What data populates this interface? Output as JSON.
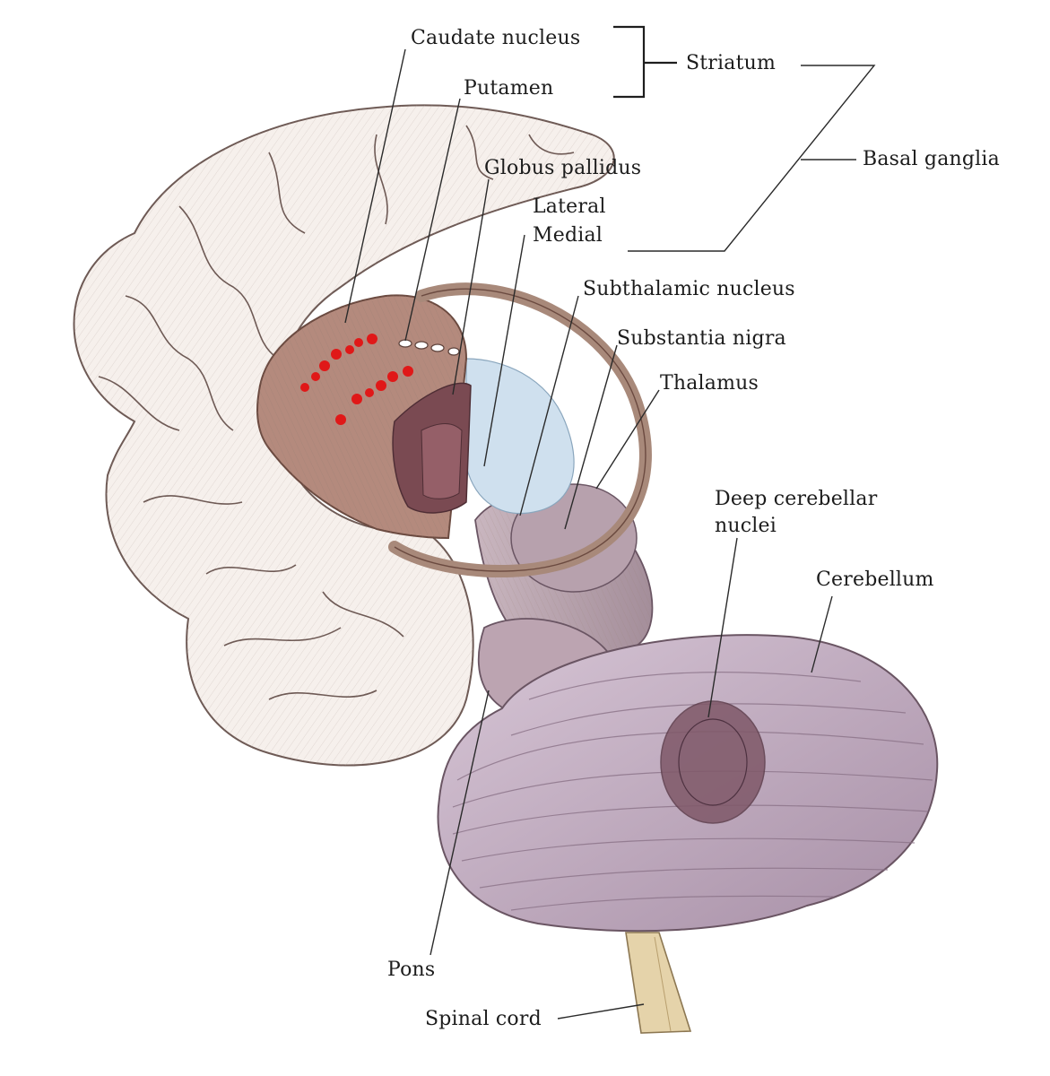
{
  "labels": {
    "caudate_nucleus": "Caudate nucleus",
    "putamen": "Putamen",
    "striatum": "Striatum",
    "basal_ganglia": "Basal ganglia",
    "globus_pallidus": "Globus pallidus",
    "lateral": "Lateral",
    "medial": "Medial",
    "subthalamic_nucleus": "Subthalamic nucleus",
    "substantia_nigra": "Substantia nigra",
    "thalamus": "Thalamus",
    "deep_cerebellar_nuclei_line1": "Deep cerebellar",
    "deep_cerebellar_nuclei_line2": "nuclei",
    "cerebellum": "Cerebellum",
    "pons": "Pons",
    "spinal_cord": "Spinal cord"
  },
  "colors": {
    "cortex": "#f6f0ec",
    "cortex_outline": "#6e5a55",
    "striatum": "#b48a7d",
    "globus_pallidus": "#7a4a52",
    "ventricle": "#cfe0ee",
    "brainstem": "#b9a3ad",
    "cerebellum": "#c3afc2",
    "cerebellar_nuclei": "#7f5868",
    "spinal_cord": "#e5d3aa",
    "red_dots": "#e01818"
  }
}
